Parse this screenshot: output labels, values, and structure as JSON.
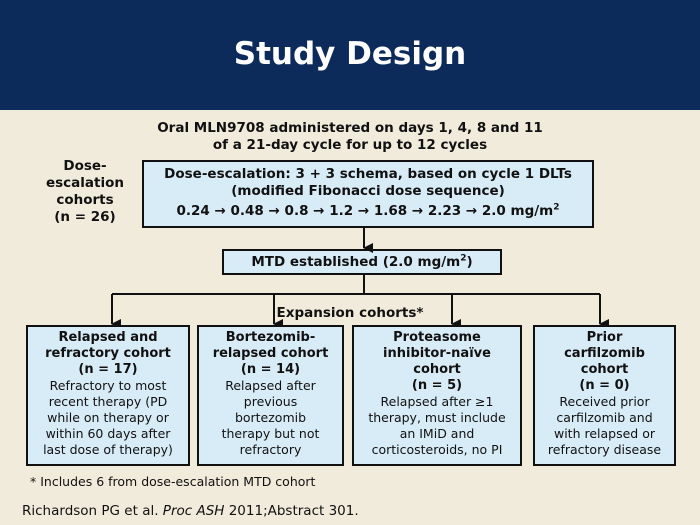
{
  "title": "Study Design",
  "subtitle_line1": "Oral MLN9708 administered on days 1, 4, 8 and 11",
  "subtitle_line2": "of a 21-day cycle for up to 12 cycles",
  "side_label_lines": [
    "Dose-",
    "escalation",
    "cohorts",
    "(n = 26)"
  ],
  "dose_box": {
    "line1": "Dose-escalation: 3 + 3 schema, based on cycle 1 DLTs",
    "line2": "(modified Fibonacci dose sequence)",
    "sequence": [
      "0.24",
      "0.48",
      "0.8",
      "1.2",
      "1.68",
      "2.23",
      "2.0"
    ],
    "unit": "mg/m",
    "unit_sup": "2"
  },
  "mtd": {
    "text": "MTD established (2.0 mg/m",
    "sup": "2",
    "close": ")"
  },
  "expansion_label": "Expansion cohorts*",
  "cohorts": [
    {
      "name": "Relapsed and\nrefractory cohort\n(n = 17)",
      "desc": "Refractory to most\nrecent therapy (PD\nwhile on therapy or\nwithin 60 days after\nlast dose of therapy)"
    },
    {
      "name": "Bortezomib-\nrelapsed cohort\n(n = 14)",
      "desc": "Relapsed after\nprevious\nbortezomib\ntherapy but not\nrefractory"
    },
    {
      "name": "Proteasome\ninhibitor-naïve\ncohort\n(n = 5)",
      "desc": "Relapsed after ≥1\ntherapy, must include\nan IMiD and\ncorticosteroids, no PI"
    },
    {
      "name": "Prior\ncarfilzomib\ncohort\n(n = 0)",
      "desc": "Received prior\ncarfilzomib and\nwith relapsed or\nrefractory disease"
    }
  ],
  "footnote": "* Includes 6 from dose-escalation MTD cohort",
  "reference": {
    "authors": "Richardson PG et al. ",
    "journal": "Proc ASH",
    "rest": " 2011;Abstract 301."
  }
}
